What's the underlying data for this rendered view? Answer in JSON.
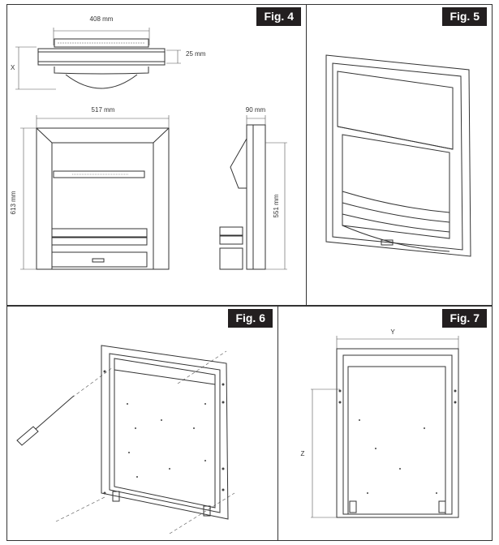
{
  "figures": {
    "fig4": {
      "label": "Fig. 4",
      "top_width": "408 mm",
      "top_depth": "25 mm",
      "x_label": "X",
      "front_width": "517 mm",
      "front_height": "613 mm",
      "side_depth": "90 mm",
      "side_height": "551 mm"
    },
    "fig5": {
      "label": "Fig. 5"
    },
    "fig6": {
      "label": "Fig. 6"
    },
    "fig7": {
      "label": "Fig. 7",
      "y_label": "Y",
      "z_label": "Z"
    }
  }
}
